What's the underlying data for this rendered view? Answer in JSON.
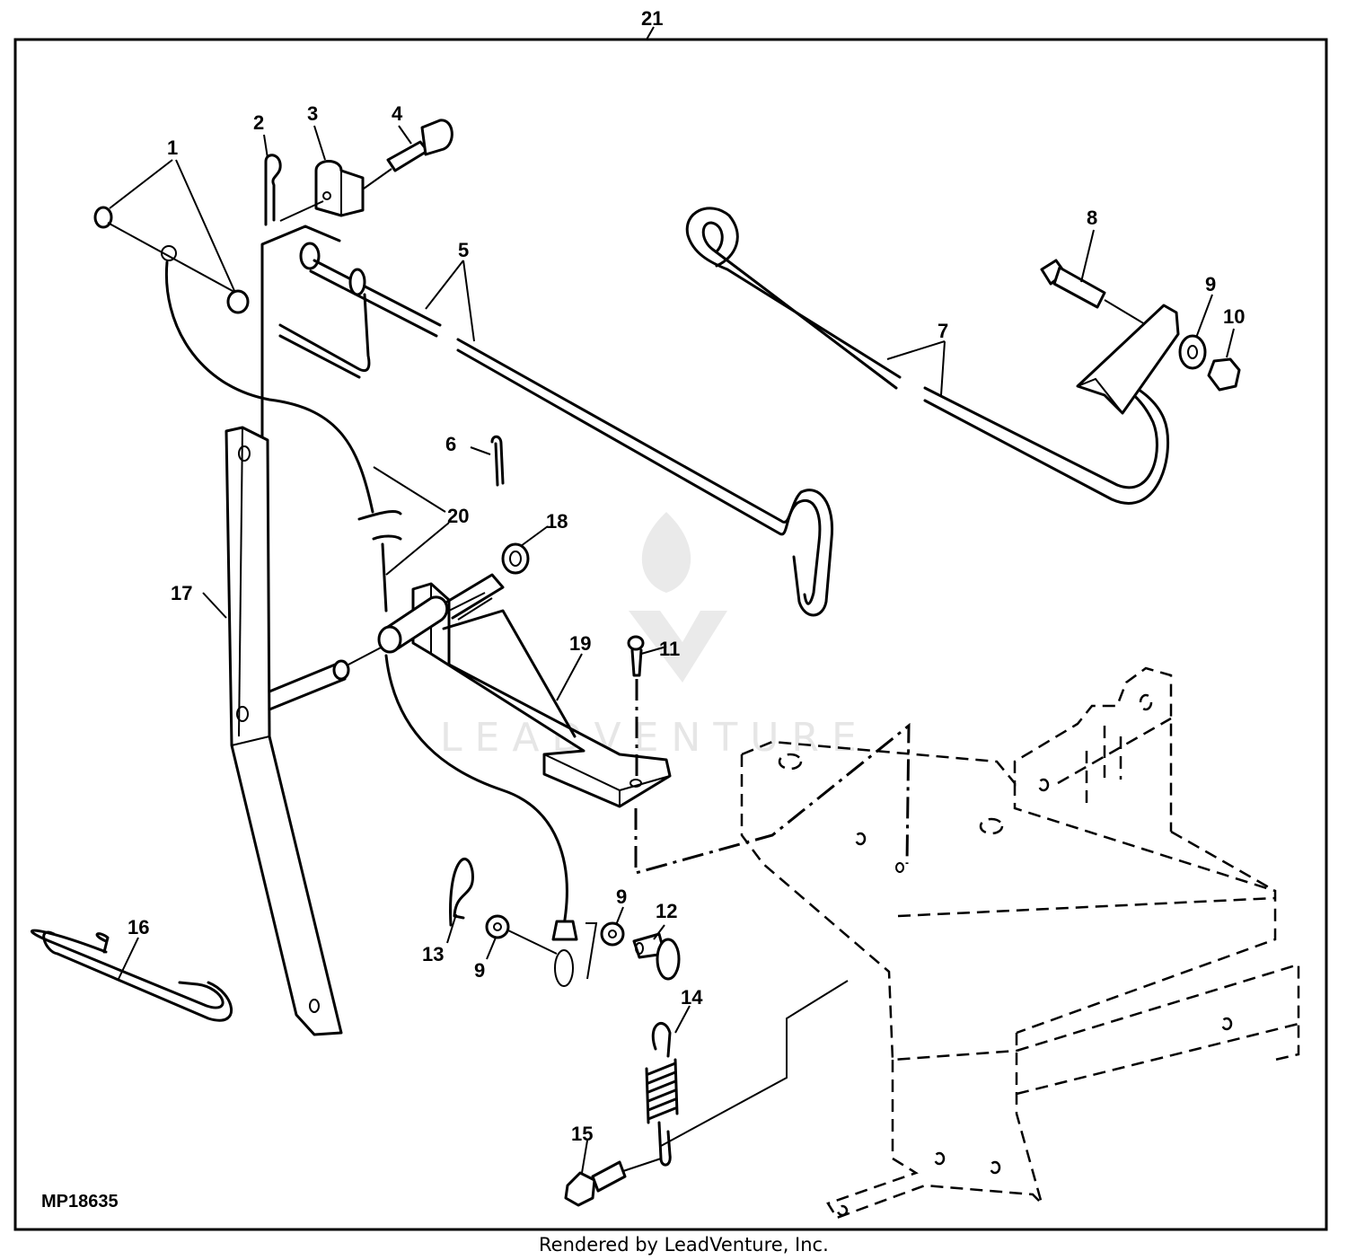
{
  "figure": {
    "assembly_callout": "21",
    "figure_code": "MP18635",
    "rendered_by": "Rendered by LeadVenture, Inc.",
    "watermark": "LEADVENTURE"
  },
  "callouts": [
    {
      "id": "c1",
      "text": "1"
    },
    {
      "id": "c2",
      "text": "2"
    },
    {
      "id": "c3",
      "text": "3"
    },
    {
      "id": "c4",
      "text": "4"
    },
    {
      "id": "c5",
      "text": "5"
    },
    {
      "id": "c6",
      "text": "6"
    },
    {
      "id": "c7",
      "text": "7"
    },
    {
      "id": "c8",
      "text": "8"
    },
    {
      "id": "c9a",
      "text": "9"
    },
    {
      "id": "c10",
      "text": "10"
    },
    {
      "id": "c11",
      "text": "11"
    },
    {
      "id": "c12",
      "text": "12"
    },
    {
      "id": "c13",
      "text": "13"
    },
    {
      "id": "c9b",
      "text": "9"
    },
    {
      "id": "c9c",
      "text": "9"
    },
    {
      "id": "c14",
      "text": "14"
    },
    {
      "id": "c15",
      "text": "15"
    },
    {
      "id": "c16",
      "text": "16"
    },
    {
      "id": "c17",
      "text": "17"
    },
    {
      "id": "c18",
      "text": "18"
    },
    {
      "id": "c19",
      "text": "19"
    },
    {
      "id": "c20",
      "text": "20"
    }
  ]
}
